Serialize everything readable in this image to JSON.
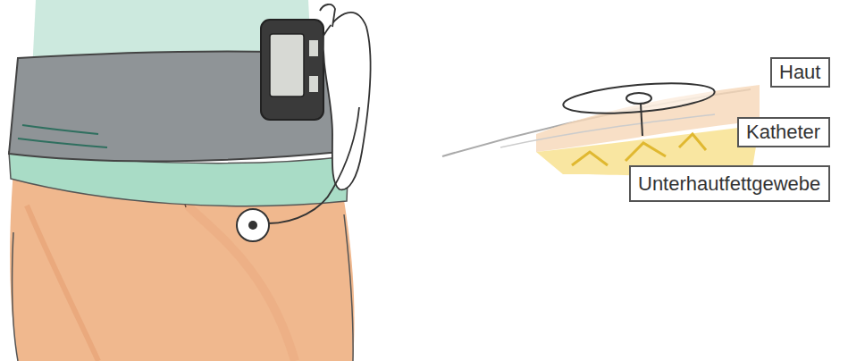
{
  "diagram": {
    "nodes": [
      {
        "text": [
          "Haut"
        ]
      },
      {
        "text": [
          "Katheter"
        ]
      },
      {
        "text": [
          "Unterhautfettgewebe"
        ]
      }
    ]
  }
}
